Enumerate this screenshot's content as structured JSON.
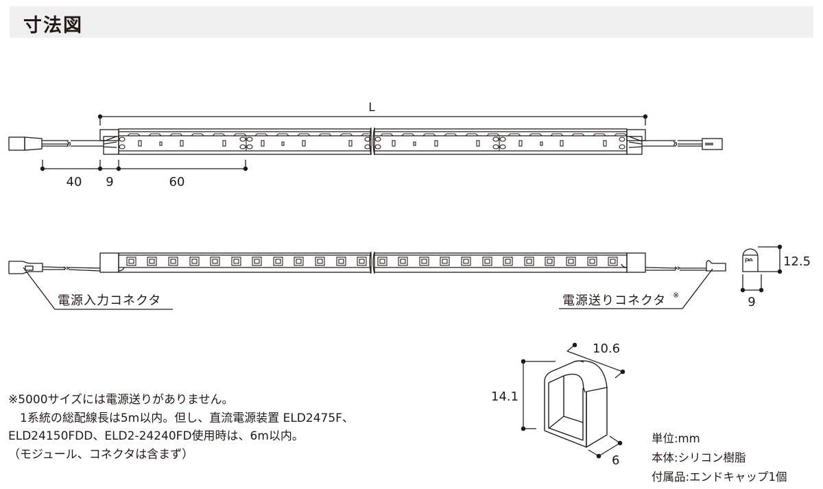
{
  "header": {
    "title": "寸法図"
  },
  "top_view": {
    "dimensions": {
      "overall_length": "L",
      "connector_lead": "40",
      "end_cap": "9",
      "led_pitch": "60"
    }
  },
  "side_view": {
    "labels": {
      "input_connector": "電源入力コネクタ",
      "output_connector": "電源送りコネクタ",
      "output_connector_mark": "※"
    }
  },
  "cross_section": {
    "dimensions": {
      "height": "12.5",
      "width": "9"
    }
  },
  "end_cap_view": {
    "dimensions": {
      "height": "14.1",
      "width": "10.6",
      "depth": "6"
    }
  },
  "notes": [
    "※5000サイズには電源送りがありません。",
    "　1系統の総配線長は5m以内。但し、直流電源装置 ELD2475F、",
    "ELD24150FDD、ELD2-24240FD使用時は、6m以内。",
    "（モジュール、コネクタは含まず）"
  ],
  "specs": [
    "単位:mm",
    "本体:シリコン樹脂",
    "付属品:エンドキャップ1個"
  ],
  "colors": {
    "line": "#231815",
    "header_bg": "#efefef"
  }
}
